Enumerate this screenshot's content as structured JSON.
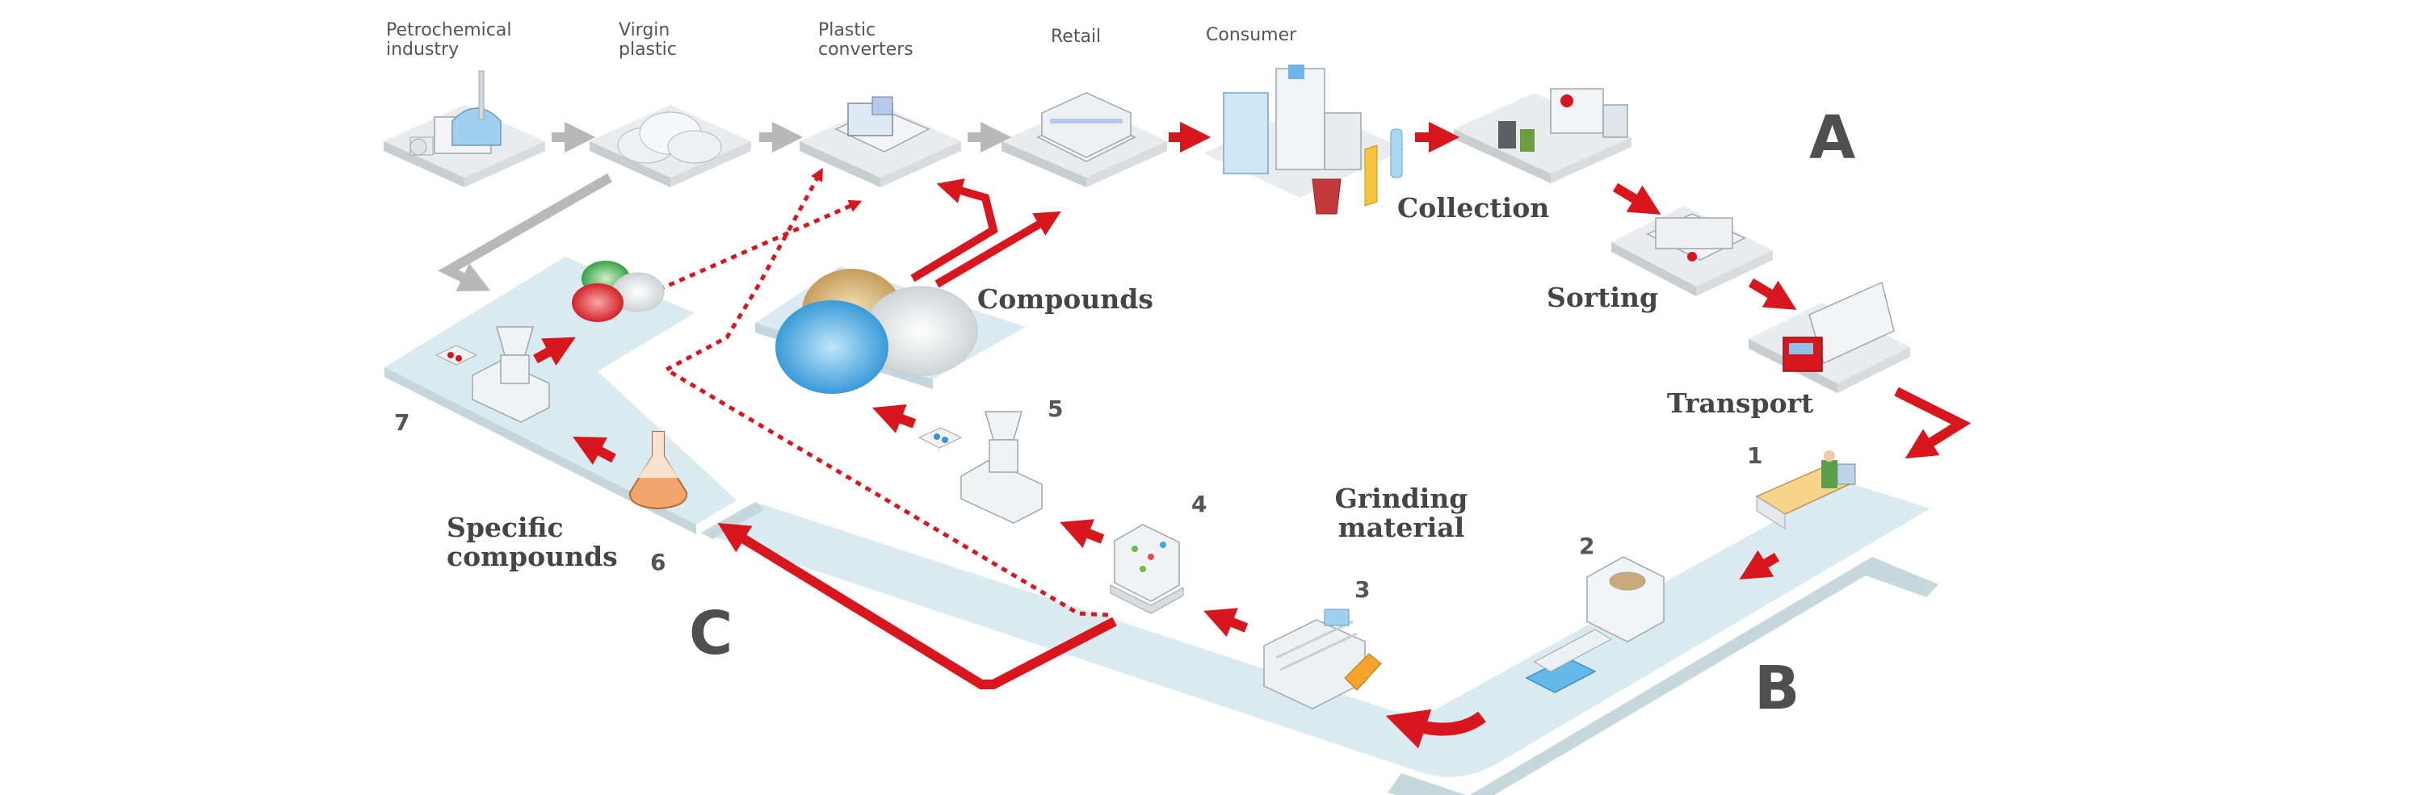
{
  "colors": {
    "arrow_red": "#d7161d",
    "belt": "#dceef4",
    "gray_arrow": "#b8b8b8",
    "text": "#4a4a4a"
  },
  "chain": {
    "petrochemical": "Petrochemical industry",
    "virgin": "Virgin plastic",
    "converters": "Plastic converters",
    "retail": "Retail",
    "consumer": "Consumer"
  },
  "stages": {
    "collection": "Collection",
    "sorting": "Sorting",
    "transport": "Transport",
    "compounds": "Compounds",
    "grinding": "Grinding material",
    "specific": "Specific compounds"
  },
  "loops": {
    "a": "A",
    "b": "B",
    "c": "C"
  },
  "steps": {
    "s1": "1",
    "s2": "2",
    "s3": "3",
    "s4": "4",
    "s5": "5",
    "s6": "6",
    "s7": "7"
  },
  "icons": {
    "petrochemical": "factory-icon",
    "virgin": "pellet-pile-icon",
    "converters": "converter-plant-icon",
    "retail": "retail-building-icon",
    "consumer": "city-consumer-icon",
    "collection": "collection-truck-icon",
    "sorting": "sorting-plant-icon",
    "transport": "transport-truck-icon",
    "step1": "manual-sorting-icon",
    "step2": "washing-machine-icon",
    "step3": "grinder-icon",
    "step4": "bigbag-icon",
    "step5": "extruder-icon",
    "step6": "flask-icon",
    "step7": "compounding-machine-icon"
  }
}
